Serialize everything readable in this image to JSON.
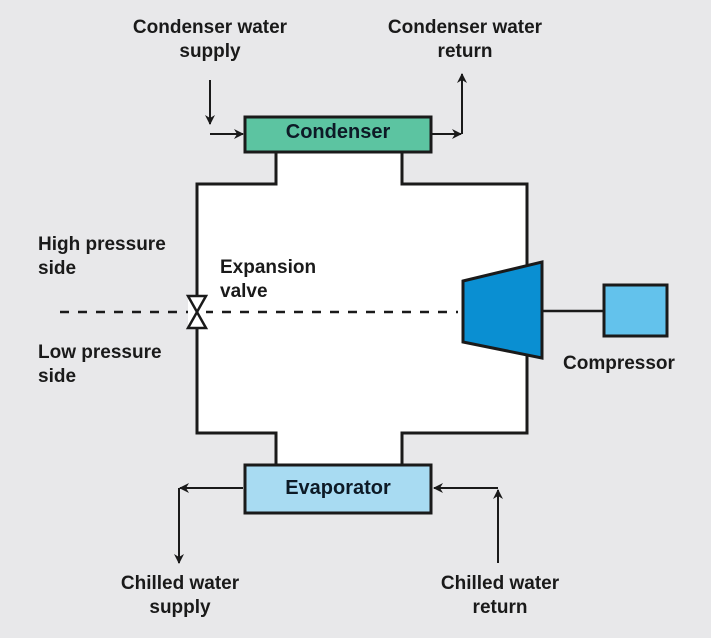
{
  "labels": {
    "condenser_water_supply": [
      "Condenser water",
      "supply"
    ],
    "condenser_water_return": [
      "Condenser water",
      "return"
    ],
    "high_pressure_side": [
      "High pressure",
      "side"
    ],
    "low_pressure_side": [
      "Low pressure",
      "side"
    ],
    "expansion_valve": [
      "Expansion",
      "valve"
    ],
    "compressor": "Compressor",
    "chilled_water_supply": [
      "Chilled water",
      "supply"
    ],
    "chilled_water_return": [
      "Chilled water",
      "return"
    ]
  },
  "components": {
    "condenser": {
      "label": "Condenser",
      "color": "#5cc4a1"
    },
    "evaporator": {
      "label": "Evaporator",
      "color": "#a8dbf2"
    },
    "compressor": {
      "color": "#0a8fd2"
    },
    "motor": {
      "color": "#63c2ec"
    }
  },
  "colors": {
    "background": "#e8e8ea",
    "loop_fill": "#ffffff",
    "stroke": "#1a1a1a"
  }
}
